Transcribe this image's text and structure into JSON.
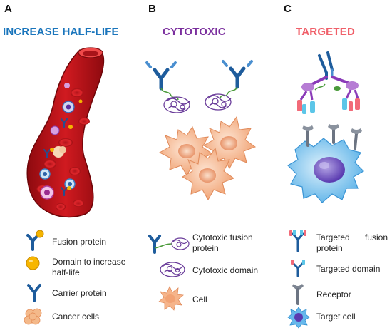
{
  "panels": [
    {
      "letter": "A",
      "title": "INCREASE HALF-LIFE",
      "title_color": "#1a75bc",
      "legend": [
        {
          "icon": "fusion-protein-icon",
          "label": "Fusion protein"
        },
        {
          "icon": "half-life-domain-icon",
          "label": "Domain to increase half-life"
        },
        {
          "icon": "carrier-protein-icon",
          "label": "Carrier protein"
        },
        {
          "icon": "cancer-cells-icon",
          "label": "Cancer cells"
        }
      ]
    },
    {
      "letter": "B",
      "title": "CYTOTOXIC",
      "title_color": "#7b2f9e",
      "legend": [
        {
          "icon": "cytotoxic-fusion-protein-icon",
          "label": "Cytotoxic fusion protein"
        },
        {
          "icon": "cytotoxic-domain-icon",
          "label": "Cytotoxic domain"
        },
        {
          "icon": "cell-icon",
          "label": "Cell"
        }
      ]
    },
    {
      "letter": "C",
      "title": "TARGETED",
      "title_color": "#f0606a",
      "legend": [
        {
          "icon": "targeted-fusion-protein-icon",
          "label": "Targeted fusion protein"
        },
        {
          "icon": "targeted-domain-icon",
          "label": "Targeted domain"
        },
        {
          "icon": "receptor-icon",
          "label": "Receptor"
        },
        {
          "icon": "target-cell-icon",
          "label": "Target cell"
        }
      ]
    }
  ]
}
